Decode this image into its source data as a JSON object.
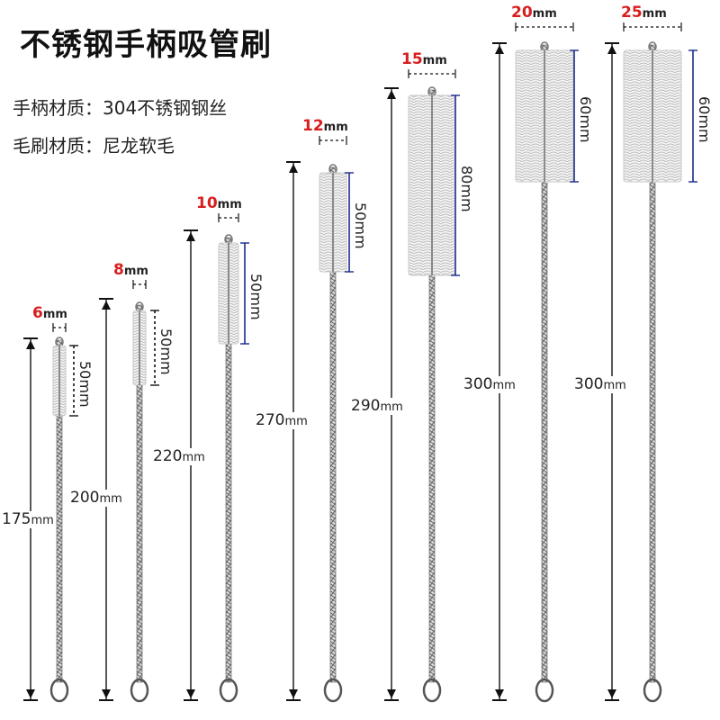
{
  "title": "不锈钢手柄吸管刷",
  "specs": [
    {
      "label": "手柄材质：",
      "value": "304不锈钢钢丝"
    },
    {
      "label": "毛刷材质：",
      "value": "尼龙软毛"
    }
  ],
  "brushes": [
    {
      "diameter": "6",
      "diameter_unit": "mm",
      "head_length": "50mm",
      "length": "175",
      "length_unit": "mm"
    },
    {
      "diameter": "8",
      "diameter_unit": "mm",
      "head_length": "50mm",
      "length": "200",
      "length_unit": "mm"
    },
    {
      "diameter": "10",
      "diameter_unit": "mm",
      "head_length": "50mm",
      "length": "220",
      "length_unit": "mm"
    },
    {
      "diameter": "12",
      "diameter_unit": "mm",
      "head_length": "50mm",
      "length": "270",
      "length_unit": "mm"
    },
    {
      "diameter": "15",
      "diameter_unit": "mm",
      "head_length": "80mm",
      "length": "290",
      "length_unit": "mm"
    },
    {
      "diameter": "20",
      "diameter_unit": "mm",
      "head_length": "60mm",
      "length": "300",
      "length_unit": "mm"
    },
    {
      "diameter": "25",
      "diameter_unit": "mm",
      "head_length": "60mm",
      "length": "300",
      "length_unit": "mm"
    }
  ],
  "colors": {
    "diameter_number": "#d81e1e",
    "head_bracket": "#1a2a8a",
    "dimension_line": "#111111"
  }
}
